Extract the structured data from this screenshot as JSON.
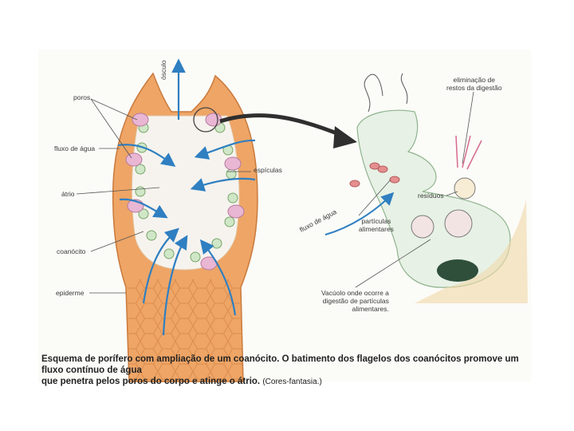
{
  "labels": {
    "poros": "poros",
    "fluxo_de_agua": "fluxo de água",
    "atrio": "átrio",
    "coanocito": "coanócito",
    "epiderme": "epiderme",
    "osculo": "ósculo",
    "espiculas": "espículas",
    "eliminacao_l1": "eliminação de",
    "eliminacao_l2": "restos da digestão",
    "residuos": "resíduos",
    "fluxo_de_agua_zoom": "fluxo de água",
    "particulas_l1": "partículas",
    "particulas_l2": "alimentares",
    "vacuolo_l1": "Vacúolo onde ocorre a",
    "vacuolo_l2": "digestão de partículas",
    "vacuolo_l3": "alimentares."
  },
  "caption": {
    "line1": "Esquema de porífero com ampliação de um coanócito. O batimento dos flagelos dos coanócitos promove um fluxo contínuo de água",
    "line2": "que penetra pelos poros do corpo e atinge o átrio.",
    "note": "(Cores-fantasia.)"
  },
  "colors": {
    "body_orange": "#e9a15a",
    "atrium": "#f6f3ee",
    "flow_arrow": "#2f7fc1",
    "cell_green": "#cfe7c7",
    "pore_pink": "#e9b6d3"
  }
}
